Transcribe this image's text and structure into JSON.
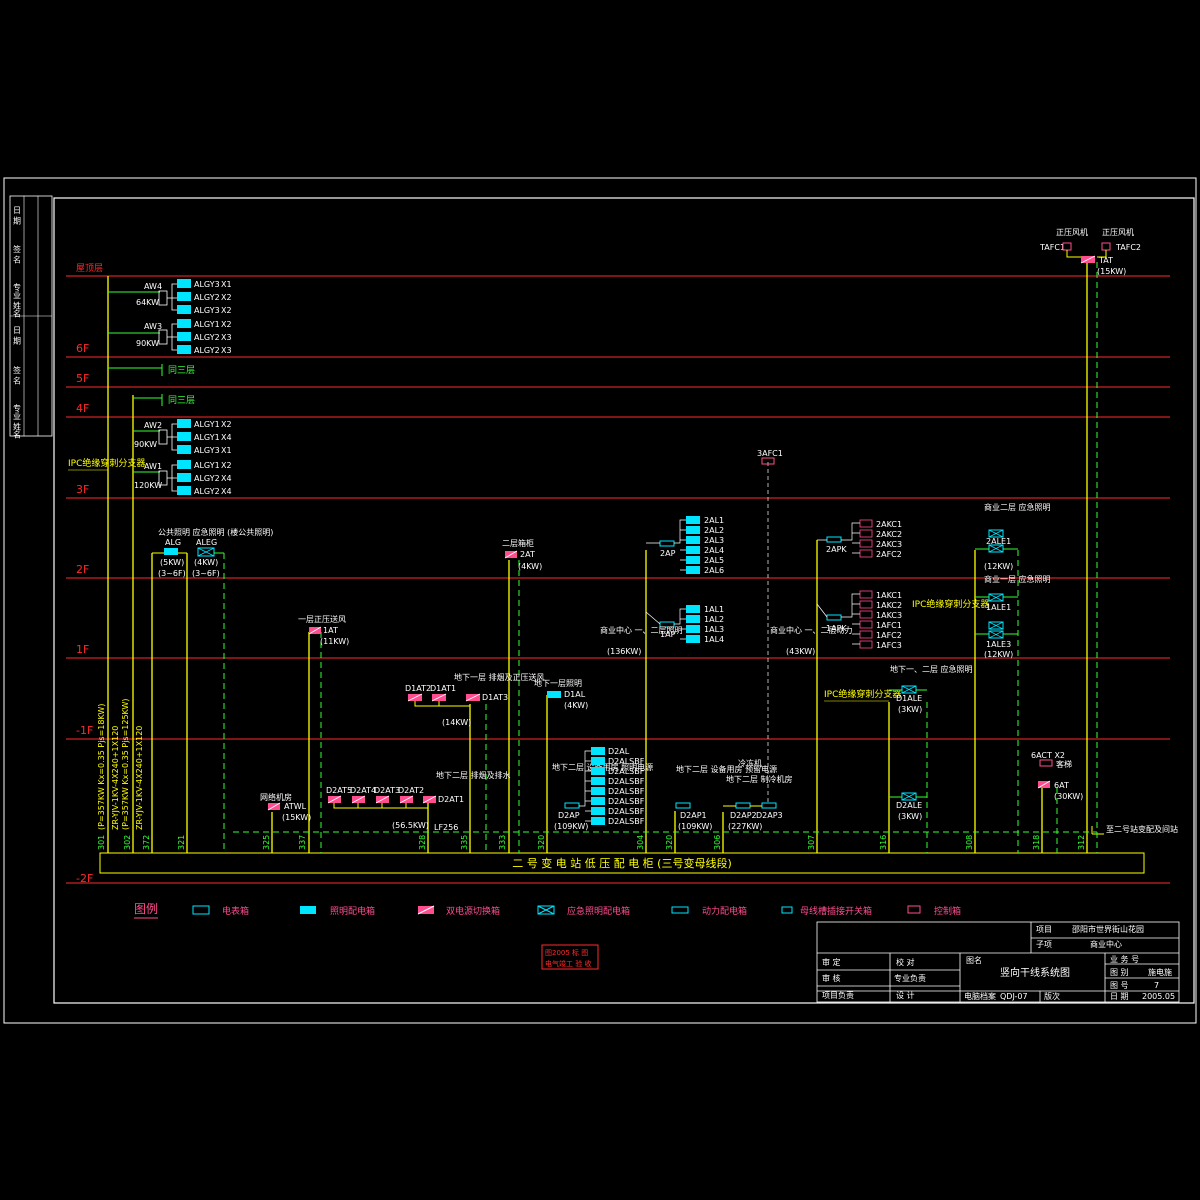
{
  "floors": [
    {
      "id": "roof",
      "label": "屋顶层"
    },
    {
      "id": "6f",
      "label": "6F"
    },
    {
      "id": "5f",
      "label": "5F"
    },
    {
      "id": "4f",
      "label": "4F"
    },
    {
      "id": "3f",
      "label": "3F"
    },
    {
      "id": "2f",
      "label": "2F"
    },
    {
      "id": "1f",
      "label": "1F"
    },
    {
      "id": "b1",
      "label": "-1F"
    },
    {
      "id": "b2",
      "label": "-2F"
    }
  ],
  "main_panel": {
    "title": "二 号 变 电 站 低 压 配 电 柜 (三号变母线段)",
    "note_right": "至二号站变配及间站",
    "feeder1": "(P=357KW Kx=0.35 Pjs=18KW)",
    "feeder2": "(P=357KW Kx=0.35 Pjs=125KW)",
    "cable1": "ZR-YJV-1KV-4X240+1X120",
    "cable2": "ZR-YJV-1KV-4X240+1X120",
    "circuits": [
      "301",
      "302",
      "372",
      "321",
      "325",
      "337",
      "328",
      "335",
      "333",
      "320",
      "304",
      "320",
      "306",
      "307",
      "316",
      "308",
      "318",
      "312"
    ]
  },
  "left_group": {
    "aw4": {
      "name": "AW4",
      "kw": "64KW",
      "boxes": [
        {
          "name": "ALGY3",
          "count": "X1"
        },
        {
          "name": "ALGY2",
          "count": "X2"
        },
        {
          "name": "ALGY3",
          "count": "X2"
        }
      ]
    },
    "aw3": {
      "name": "AW3",
      "kw": "90KW",
      "boxes": [
        {
          "name": "ALGY1",
          "count": "X2"
        },
        {
          "name": "ALGY2",
          "count": "X3"
        },
        {
          "name": "ALGY2",
          "count": "X3"
        }
      ]
    },
    "aw2": {
      "name": "AW2",
      "kw": "90KW",
      "boxes": [
        {
          "name": "ALGY1",
          "count": "X2"
        },
        {
          "name": "ALGY1",
          "count": "X4"
        },
        {
          "name": "ALGY3",
          "count": "X1"
        }
      ]
    },
    "aw1": {
      "name": "AW1",
      "kw": "120KW",
      "boxes": [
        {
          "name": "ALGY1",
          "count": "X2"
        },
        {
          "name": "ALGY2",
          "count": "X4"
        },
        {
          "name": "ALGY2",
          "count": "X4"
        }
      ]
    },
    "same1": "同三层",
    "same2": "同三层",
    "ipc": "IPC绝缘穿刺分支器"
  },
  "public_light": {
    "title": "公共照明 应急照明 (楼公共照明)",
    "alg": {
      "name": "ALG",
      "kw": "(5KW)",
      "range": "(3~6F)"
    },
    "aleg": {
      "name": "ALEG",
      "kw": "(4KW)",
      "range": "(3~6F)"
    }
  },
  "fire_fan1": {
    "title": "一层正压送风",
    "name": "1AT",
    "kw": "(11KW)"
  },
  "fire_room": {
    "title": "二层箱柜",
    "name": "2AT",
    "kw": "(4KW)"
  },
  "basement_fan": {
    "title": "地下一层 排烟及正压送风",
    "names": [
      "D1AT2",
      "D1AT1",
      "D1AT3"
    ],
    "kw": "(14KW)"
  },
  "basement_light": {
    "title": "地下一层照明",
    "name": "D1AL",
    "kw": "(4KW)"
  },
  "net_room": {
    "title": "网络机房",
    "name": "ATWL",
    "kw": "(15KW)"
  },
  "basement2_fan": {
    "title": "地下二层 排烟及排水",
    "names": [
      "D2AT5",
      "D2AT4",
      "D2AT3",
      "D2AT2",
      "D2AT1"
    ],
    "kw": "(56.5KW)",
    "lf": "LF256"
  },
  "d2al": {
    "title": "地下二层 设备用房 照明电源",
    "boxes": [
      "D2AL",
      "D2ALSBF",
      "D2ALSBF",
      "D2ALSBF",
      "D2ALSBF",
      "D2ALSBF",
      "D2ALSBF",
      "D2ALSBF",
      "D2ALSBF"
    ],
    "name": "D2AP",
    "kw": "(109KW)"
  },
  "d2ap1": {
    "title": "地下二层 设备用房 预留电源",
    "name": "D2AP1",
    "kw": "(109KW)"
  },
  "d2ap2": {
    "title": "地下二层 制冷机房",
    "title2": "冷冻机",
    "names": [
      "D2AP2",
      "D2AP3"
    ],
    "kw": "(227KW)"
  },
  "commercial_2al": {
    "name": "2AP",
    "boxes": [
      "2AL1",
      "2AL2",
      "2AL3",
      "2AL4",
      "2AL5",
      "2AL6"
    ]
  },
  "commercial_1al": {
    "title": "商业中心 一、二层照明",
    "name": "1AP",
    "kw": "(136KW)",
    "boxes": [
      "1AL1",
      "1AL2",
      "1AL3",
      "1AL4"
    ]
  },
  "afc": {
    "name": "3AFC1"
  },
  "apk": {
    "title": "商业中心 一、二层动力",
    "name": "1APK",
    "kw": "(43KW)",
    "top_name": "2APK",
    "top_boxes": [
      "2AKC1",
      "2AKC2",
      "2AKC3",
      "2AFC2"
    ],
    "bottom_boxes": [
      "1AKC1",
      "1AKC2",
      "1AKC3",
      "1AFC1",
      "1AFC2",
      "1AFC3"
    ]
  },
  "ipc_mid": "IPC绝缘穿刺分支器",
  "d1ale": {
    "title": "地下一、二层 应急照明",
    "name": "D1ALE",
    "kw": "(3KW)"
  },
  "d2ale": {
    "name": "D2ALE",
    "kw": "(3KW)"
  },
  "emergency_right": {
    "title1": "商业二层 应急照明",
    "name1": "2ALE1",
    "kw1": "(12KW)",
    "title2": "商业一层 应急照明",
    "name2": "1ALE1",
    "name3": "1ALE3",
    "kw3": "(12KW)",
    "ipc": "IPC绝缘穿刺分支器"
  },
  "elevator": {
    "title": "6ACT X2",
    "title2": "客梯",
    "name": "6AT",
    "kw": "(30KW)"
  },
  "roof_fans": {
    "title1": "正压风机",
    "title2": "正压风机",
    "names": [
      "TAFC1",
      "TAFC2"
    ],
    "name": "TAT",
    "kw": "(15KW)"
  },
  "legend": {
    "title": "图例",
    "items": [
      "电表箱",
      "照明配电箱",
      "双电源切换箱",
      "应急照明配电箱",
      "动力配电箱",
      "母线槽插接开关箱",
      "控制箱"
    ]
  },
  "stamp": {
    "line1": "图2005 标 图",
    "line2": "电气竣工 验 收"
  },
  "title_block": {
    "project_label": "项目",
    "project": "邵阳市世界街山花园",
    "sub_label": "子项",
    "sub": "商业中心",
    "review": "审 定",
    "check": "校 对",
    "audit": "审 核",
    "major": "专业负责",
    "lead": "项目负责",
    "design": "设 计",
    "drawing_label": "图名",
    "drawing": "竖向干线系统图",
    "bizno_label": "业 务 号",
    "cat_label": "图 别",
    "cat": "施电施",
    "no_label": "图 号",
    "no": "7",
    "date_label": "日 期",
    "date": "2005.05",
    "file_label": "电脑档案",
    "file": "QDJ-07",
    "ver_label": "版次"
  },
  "side_stamp": [
    "日 期",
    "签 名",
    "专业 姓名",
    "日 期",
    "签 名",
    "专业 姓名"
  ],
  "colors": {
    "red": "#ff2a2a",
    "yellow": "#ffff00",
    "cyan": "#00e5ff",
    "green": "#33ff33",
    "magenta": "#ff4d8f",
    "white": "#ffffff",
    "bg": "#000000"
  }
}
